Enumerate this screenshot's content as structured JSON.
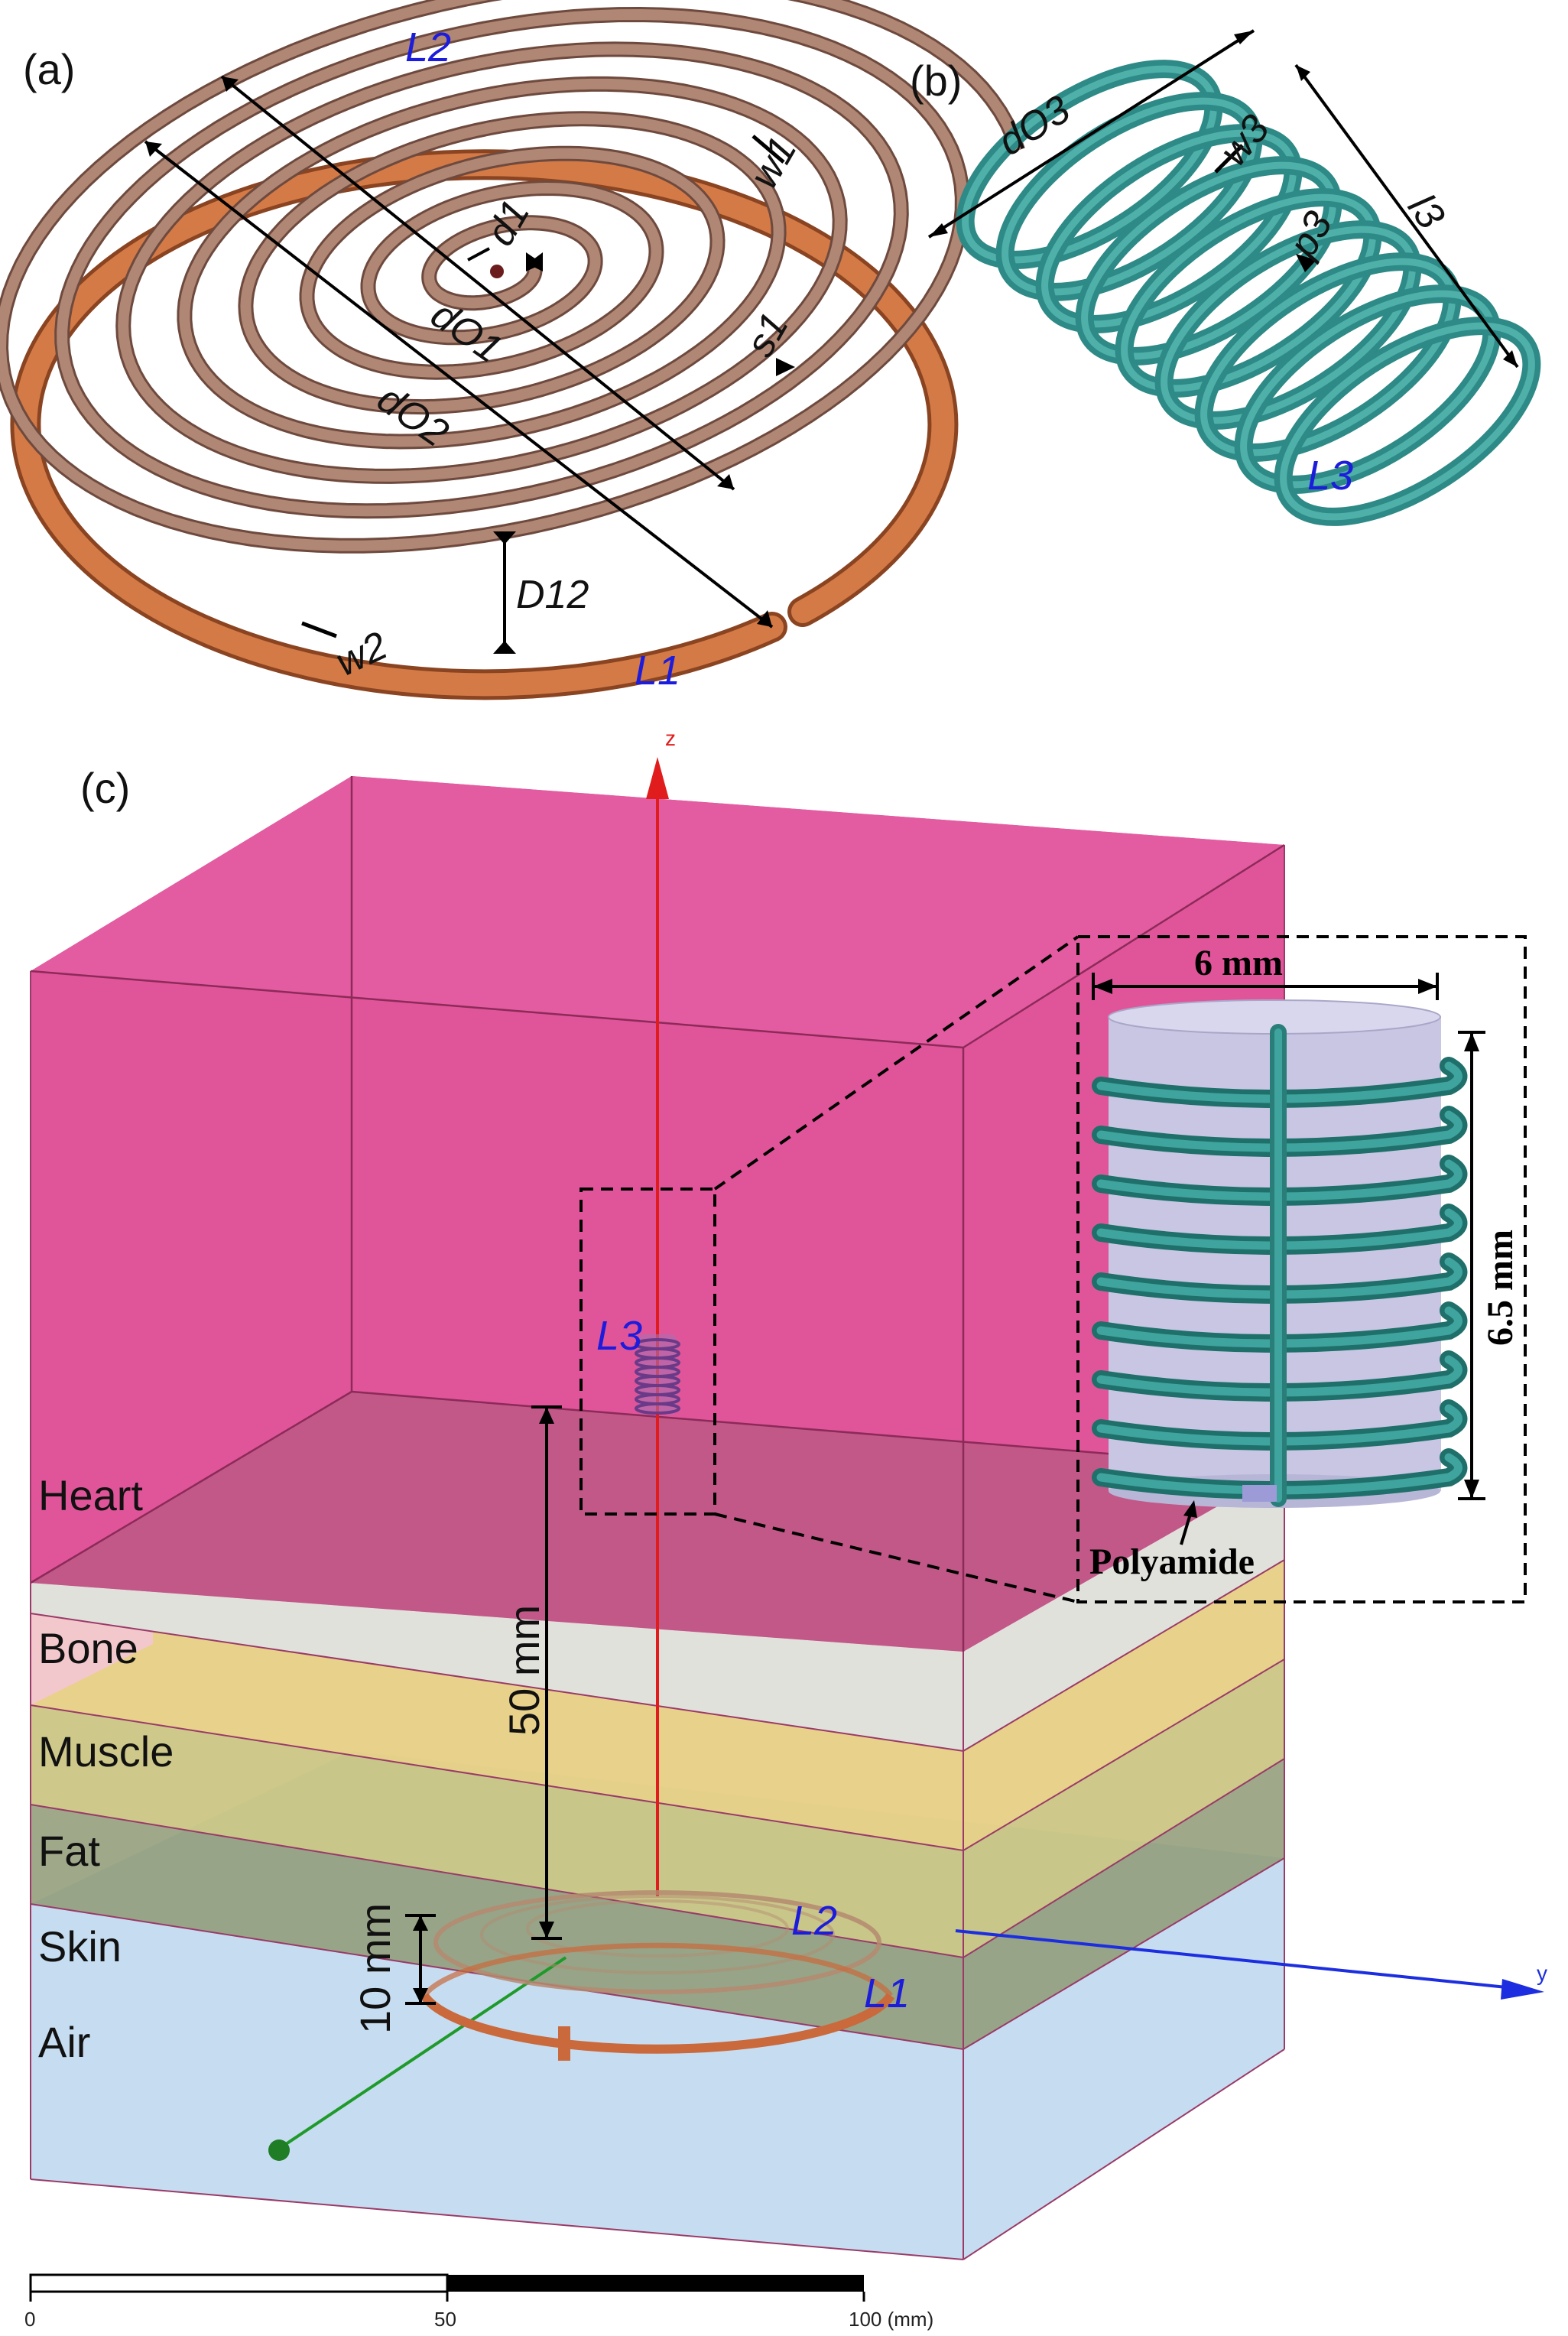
{
  "panels": {
    "a": "(a)",
    "b": "(b)",
    "c": "(c)"
  },
  "coil_labels": {
    "L1": "L1",
    "L2": "L2",
    "L3": "L3",
    "L3_c": "L3",
    "L2_c": "L2",
    "L1_c": "L1"
  },
  "dims_a": {
    "do1": "dO1",
    "do2": "dO2",
    "d1": "d1",
    "w1": "w1",
    "w2": "w2",
    "s1": "s1",
    "D12": "D12"
  },
  "dims_b": {
    "do3": "dO3",
    "w3": "w3",
    "p3": "p3",
    "l3": "l3"
  },
  "layers": [
    "Heart",
    "Bone",
    "Muscle",
    "Fat",
    "Skin",
    "Air"
  ],
  "dims_c": {
    "distance_implant": "50 mm",
    "distance_tx": "10 mm"
  },
  "inset": {
    "width": "6 mm",
    "height": "6.5 mm",
    "material": "Polyamide"
  },
  "axes": {
    "z": "z",
    "y": "y"
  },
  "scale_bar": {
    "ticks": [
      "0",
      "50",
      "100 (mm)"
    ]
  },
  "colors": {
    "L1": "#c0653a",
    "L2": "#a97c6b",
    "L3": "#2d8a86",
    "heart": "#e0559a",
    "bone": "#e4e4e0",
    "muscle": "#f1c2d0",
    "fat": "#d9cf6e",
    "skin": "#8e9a74",
    "air": "#c6ddf1",
    "label_blue": "#1c1cdc"
  }
}
